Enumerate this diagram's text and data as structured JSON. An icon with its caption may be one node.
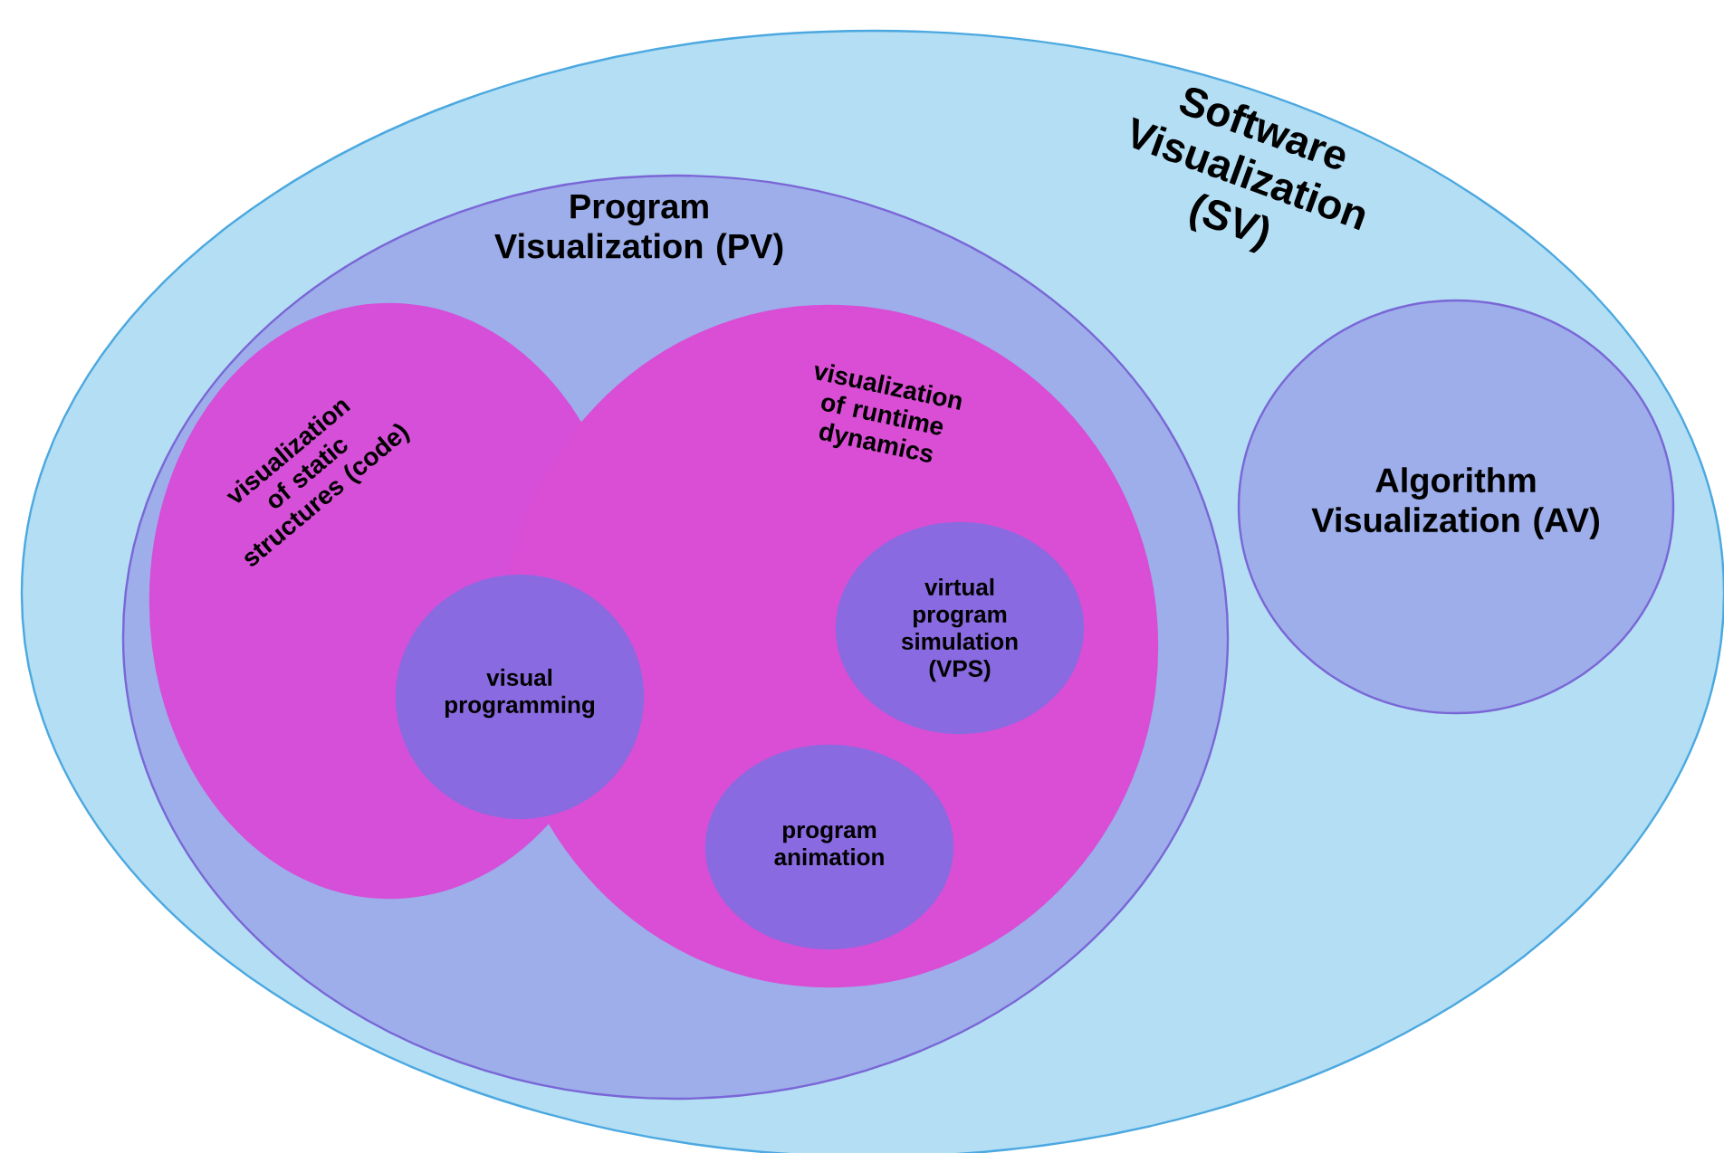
{
  "diagram": {
    "nodes": [
      {
        "text": [
          "Software Visualization (SV)"
        ]
      },
      {
        "text": [
          "Program Visualization (PV)"
        ],
        "in": 0
      },
      {
        "text": [
          "visualization of static structures (code)"
        ],
        "in": 1
      },
      {
        "text": [
          "visualization of runtime dynamics"
        ],
        "in": 1
      },
      {
        "text": [
          "visual programming"
        ],
        "in": 1
      },
      {
        "text": [
          "virtual program simulation (VPS)"
        ],
        "in": 3
      },
      {
        "text": [
          "program animation"
        ],
        "in": 3
      },
      {
        "text": [
          "Algorithm Visualization (AV)"
        ],
        "in": 0
      }
    ]
  }
}
